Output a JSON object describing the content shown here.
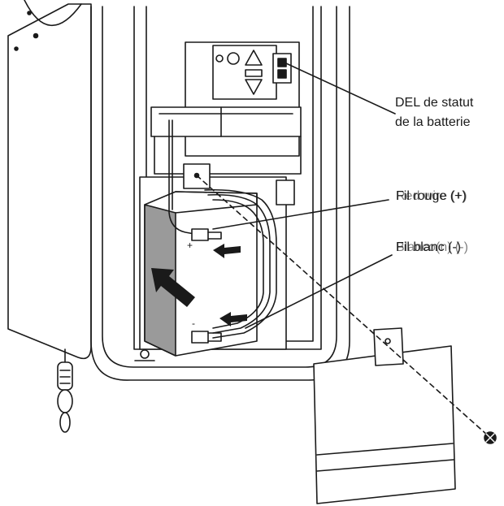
{
  "labels": {
    "led_line1": "DEL de statut",
    "led_line2": "de la batterie",
    "red_wire": "Fil rouge (+)",
    "red_wire_alt": "Red wire (+)",
    "white_wire": "Fil blanc (-)",
    "white_wire_alt": "Blanco(n) (-)"
  },
  "colors": {
    "line": "#1a1a1a",
    "shade": "#9a9a9a",
    "background": "#ffffff"
  },
  "icons": [
    "insert-arrow-icon",
    "connector-arrow-icon",
    "screw-icon"
  ]
}
